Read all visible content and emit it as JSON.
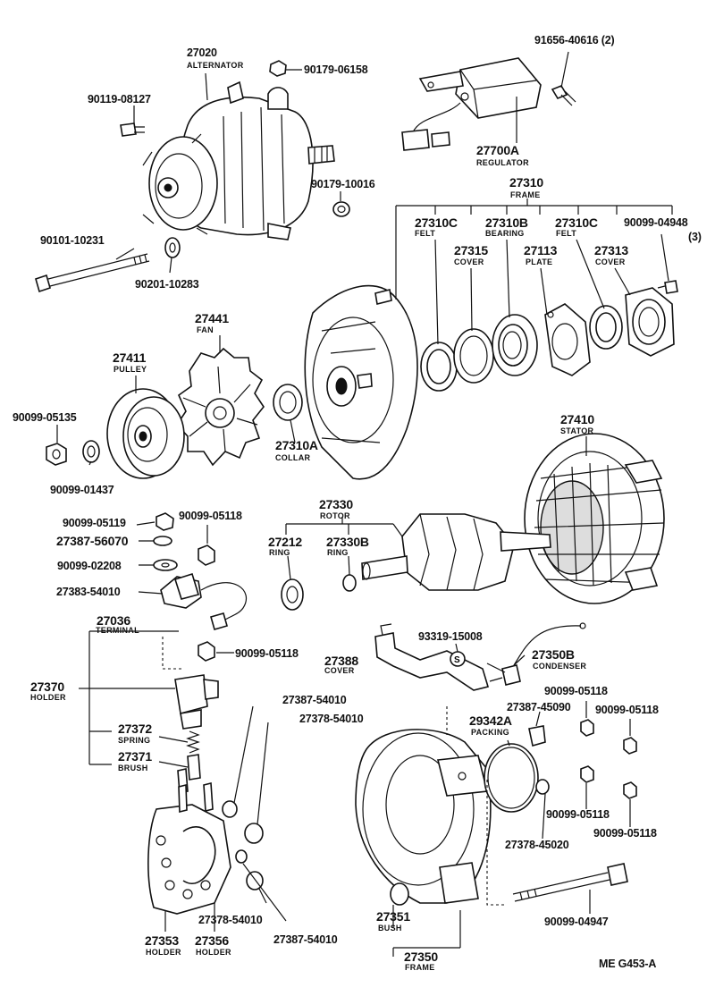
{
  "diagram": {
    "footer_code": "ME  G453-A",
    "labels": {
      "p27020": "27020",
      "c27020": "ALTERNATOR",
      "p90179_06158": "90179-06158",
      "p91656": "91656-40616 (2)",
      "p90119": "90119-08127",
      "p27700A": "27700A",
      "c27700A": "REGULATOR",
      "p90179_10016": "90179-10016",
      "p27310": "27310",
      "c27310": "FRAME",
      "p90101": "90101-10231",
      "p27310C_a": "27310C",
      "c27310C_a": "FELT",
      "p27310B": "27310B",
      "c27310B": "BEARING",
      "p27310C_b": "27310C",
      "c27310C_b": "FELT",
      "p90099_04948": "90099-04948",
      "q90099_04948": "(3)",
      "p27315": "27315",
      "c27315": "COVER",
      "p27113": "27113",
      "c27113": "PLATE",
      "p27313": "27313",
      "c27313": "COVER",
      "p90201": "90201-10283",
      "p27441": "27441",
      "c27441": "FAN",
      "p27411": "27411",
      "c27411": "PULLEY",
      "p90099_05135": "90099-05135",
      "p27310A": "27310A",
      "c27310A": "COLLAR",
      "p90099_01437": "90099-01437",
      "p27410": "27410",
      "c27410": "STATOR",
      "p27330": "27330",
      "c27330": "ROTOR",
      "p90099_05119": "90099-05119",
      "p90099_05118_a": "90099-05118",
      "p27387_56070": "27387-56070",
      "p27212": "27212",
      "c27212": "RING",
      "p27330B": "27330B",
      "c27330B": "RING",
      "p90099_02208": "90099-02208",
      "p27383": "27383-54010",
      "p27036": "27036",
      "c27036": "TERMINAL",
      "p90099_05118_b": "90099-05118",
      "p93319": "93319-15008",
      "p27388": "27388",
      "c27388": "COVER",
      "p27350B": "27350B",
      "c27350B": "CONDENSER",
      "p27370": "27370",
      "c27370": "HOLDER",
      "p27387_54010_a": "27387-54010",
      "p27378_54010_a": "27378-54010",
      "p90099_05118_c": "90099-05118",
      "p27387_45090": "27387-45090",
      "p90099_05118_d": "90099-05118",
      "p29342A": "29342A",
      "c29342A": "PACKING",
      "p27372": "27372",
      "c27372": "SPRING",
      "p27371": "27371",
      "c27371": "BRUSH",
      "p90099_05118_e": "90099-05118",
      "p90099_05118_f": "90099-05118",
      "p27378_45020": "27378-45020",
      "p27378_54010_b": "27378-54010",
      "p27387_54010_b": "27387-54010",
      "p90099_04947": "90099-04947",
      "p27351": "27351",
      "c27351": "BUSH",
      "p27353": "27353",
      "c27353": "HOLDER",
      "p27356": "27356",
      "c27356": "HOLDER",
      "p27350": "27350",
      "c27350": "FRAME"
    }
  }
}
